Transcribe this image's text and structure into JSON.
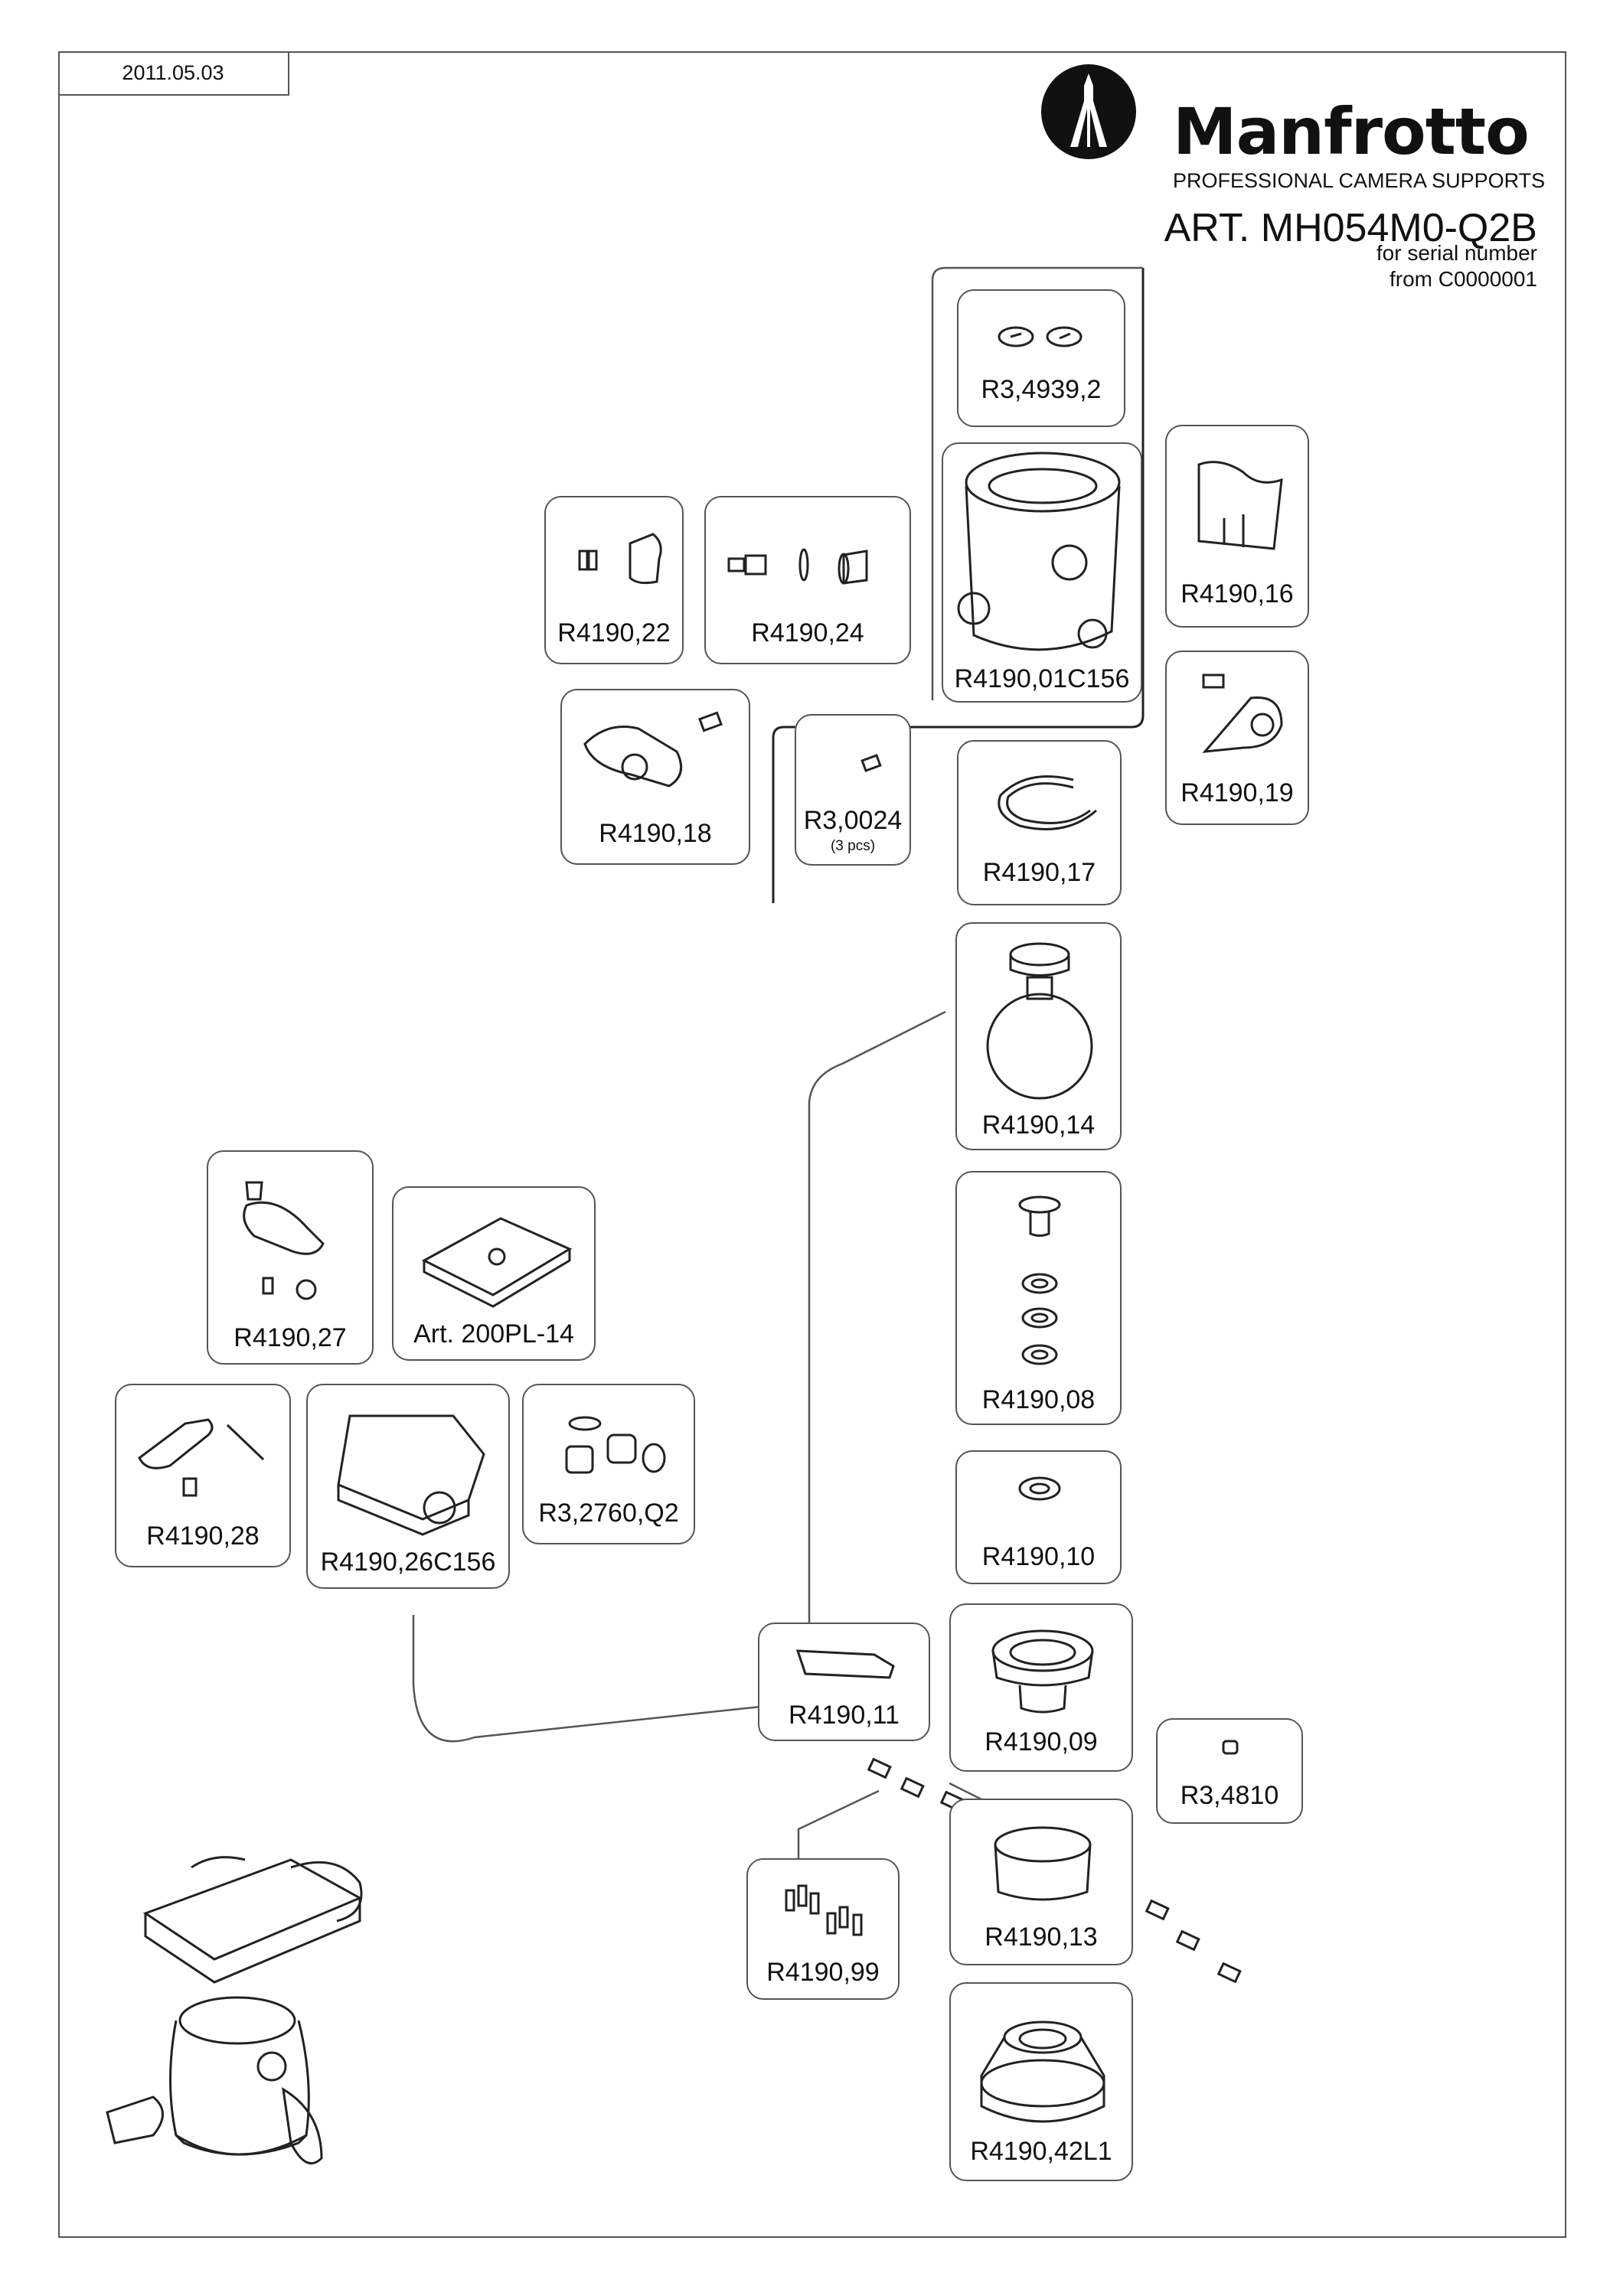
{
  "header": {
    "date": "2011.05.03",
    "brand": "Manfrotto",
    "tagline": "PROFESSIONAL CAMERA SUPPORTS",
    "article": "ART. MH054M0-Q2B",
    "serial_line1": "for serial number",
    "serial_line2": "from C0000001"
  },
  "parts": [
    {
      "code": "R3,4939,2"
    },
    {
      "code": "R4190,01C156"
    },
    {
      "code": "R4190,16"
    },
    {
      "code": "R4190,22"
    },
    {
      "code": "R4190,24"
    },
    {
      "code": "R4190,19"
    },
    {
      "code": "R4190,18"
    },
    {
      "code": "R3,0024",
      "note": "(3 pcs)"
    },
    {
      "code": "R4190,17"
    },
    {
      "code": "R4190,14"
    },
    {
      "code": "R4190,27"
    },
    {
      "code": "Art. 200PL-14"
    },
    {
      "code": "R4190,08"
    },
    {
      "code": "R4190,28"
    },
    {
      "code": "R4190,26C156"
    },
    {
      "code": "R3,2760,Q2"
    },
    {
      "code": "R4190,10"
    },
    {
      "code": "R4190,11"
    },
    {
      "code": "R4190,09"
    },
    {
      "code": "R3,4810"
    },
    {
      "code": "R4190,13"
    },
    {
      "code": "R4190,99"
    },
    {
      "code": "R4190,42L1"
    }
  ]
}
